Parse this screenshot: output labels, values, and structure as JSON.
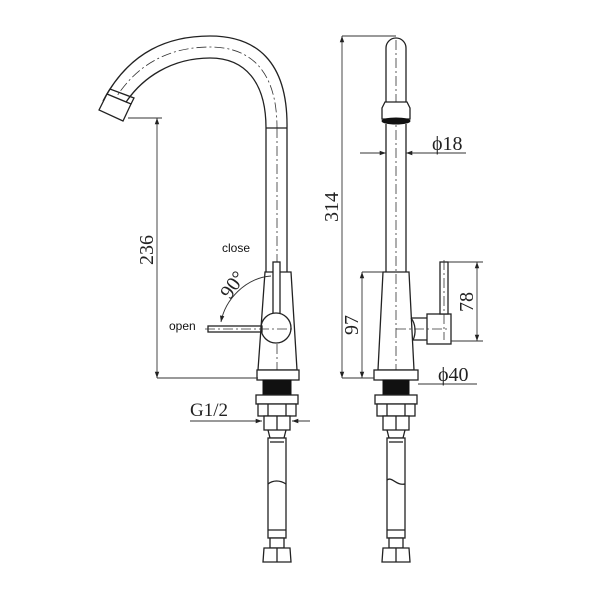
{
  "drawing": {
    "title": "Kitchen faucet technical drawing",
    "views": [
      "side-view",
      "front-view"
    ],
    "line_color": "#222222",
    "background": "#ffffff"
  },
  "side_view": {
    "dimensions": {
      "spout_height": "236",
      "handle_angle": "90°",
      "inlet_thread": "G1/2"
    },
    "labels": {
      "close": "close",
      "open": "open"
    }
  },
  "front_view": {
    "dimensions": {
      "total_height": "314",
      "tube_diameter": "ϕ18",
      "body_height": "97",
      "handle_height": "78",
      "base_diameter": "ϕ40"
    }
  }
}
